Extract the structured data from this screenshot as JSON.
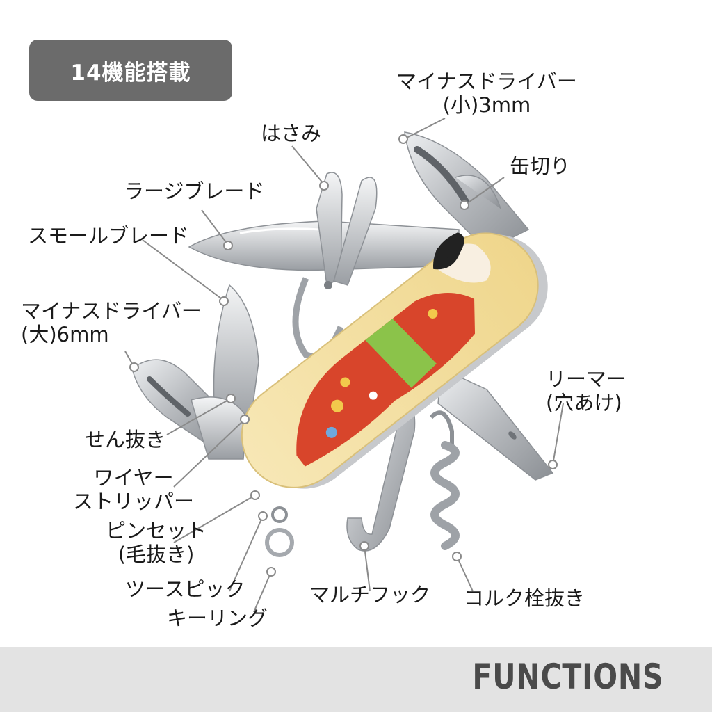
{
  "badge": "14機能搭載",
  "labels": {
    "small_screwdriver": [
      "マイナスドライバー",
      "(小)3mm"
    ],
    "scissors": "はさみ",
    "can_opener": "缶切り",
    "large_blade": "ラージブレード",
    "small_blade": "スモールブレード",
    "large_screwdriver": [
      "マイナスドライバー",
      "(大)6mm"
    ],
    "reamer": [
      "リーマー",
      "(穴あけ)"
    ],
    "bottle_opener": "せん抜き",
    "wire_stripper": [
      "ワイヤー",
      "ストリッパー"
    ],
    "tweezers": [
      "ピンセット",
      "(毛抜き)"
    ],
    "toothpick": "ツースピック",
    "key_ring": "キーリング",
    "multi_hook": "マルチフック",
    "corkscrew": "コルク栓抜き"
  },
  "footer": "FUNCTIONS",
  "colors": {
    "badge": "#6b6b6b",
    "footer_bg": "#e3e3e3",
    "handle": "#f3dc9a",
    "kimono": "#d8452b",
    "obi": "#8bc34a",
    "steel": "#b9bcc0",
    "leader": "#8a8a8a"
  }
}
